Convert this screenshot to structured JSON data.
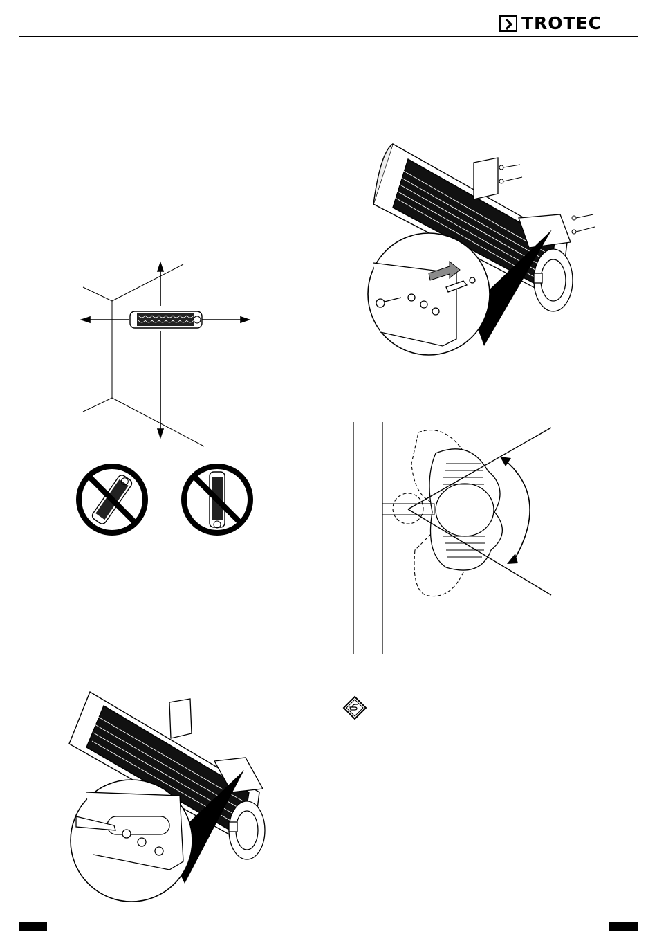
{
  "header": {
    "brand": "TROTEC",
    "logo_icon": "chevron-right-icon"
  },
  "figures": {
    "clearance_diagram": {
      "icon": "heater-clearance-diagram"
    },
    "forbidden_diagonal": {
      "icon": "prohibited-diagonal-mounting-icon"
    },
    "forbidden_vertical": {
      "icon": "prohibited-vertical-mounting-icon"
    },
    "bracket_assembly": {
      "icon": "bracket-screw-assembly-illustration"
    },
    "tilt_angle": {
      "icon": "tilt-angle-side-view"
    },
    "bracket_adjust": {
      "icon": "bracket-adjustment-illustration"
    },
    "note": {
      "icon": "hand-pointing-note-icon"
    }
  },
  "colors": {
    "ink": "#000000",
    "arrow_fill": "#8a8a8a",
    "paper": "#ffffff"
  }
}
